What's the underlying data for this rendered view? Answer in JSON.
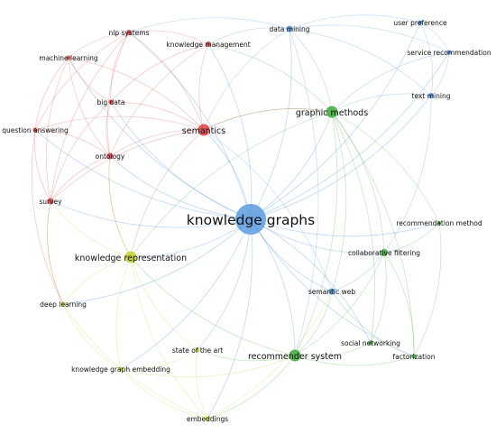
{
  "network": {
    "nodes": [
      {
        "id": "kg",
        "label": "knowledge graphs",
        "cluster": "blue",
        "weight": 5
      },
      {
        "id": "dm",
        "label": "data mining",
        "cluster": "blue",
        "weight": 1
      },
      {
        "id": "up",
        "label": "user preference",
        "cluster": "blue",
        "weight": 1
      },
      {
        "id": "sr",
        "label": "service recommendation",
        "cluster": "blue",
        "weight": 1
      },
      {
        "id": "tm",
        "label": "text mining",
        "cluster": "blue",
        "weight": 1
      },
      {
        "id": "sw",
        "label": "semantic web",
        "cluster": "blue",
        "weight": 1
      },
      {
        "id": "gm",
        "label": "graphic methods",
        "cluster": "green",
        "weight": 3
      },
      {
        "id": "rm",
        "label": "recommendation method",
        "cluster": "green",
        "weight": 1
      },
      {
        "id": "cf",
        "label": "collaborative filtering",
        "cluster": "green",
        "weight": 2
      },
      {
        "id": "rs",
        "label": "recommender system",
        "cluster": "green",
        "weight": 3
      },
      {
        "id": "sn",
        "label": "social networking",
        "cluster": "green",
        "weight": 1
      },
      {
        "id": "fa",
        "label": "factorization",
        "cluster": "green",
        "weight": 1
      },
      {
        "id": "nlp",
        "label": "nlp systems",
        "cluster": "red",
        "weight": 1
      },
      {
        "id": "km",
        "label": "knowledge management",
        "cluster": "red",
        "weight": 1
      },
      {
        "id": "ml",
        "label": "machine learning",
        "cluster": "red",
        "weight": 1
      },
      {
        "id": "bd",
        "label": "big data",
        "cluster": "red",
        "weight": 1
      },
      {
        "id": "qa",
        "label": "question answering",
        "cluster": "red",
        "weight": 1
      },
      {
        "id": "se",
        "label": "semantics",
        "cluster": "red",
        "weight": 3
      },
      {
        "id": "on",
        "label": "ontology",
        "cluster": "red",
        "weight": 1
      },
      {
        "id": "su",
        "label": "survey",
        "cluster": "red",
        "weight": 1
      },
      {
        "id": "kr",
        "label": "knowledge representation",
        "cluster": "yellow",
        "weight": 3
      },
      {
        "id": "dl",
        "label": "deep learning",
        "cluster": "yellow",
        "weight": 1
      },
      {
        "id": "sa",
        "label": "state of the art",
        "cluster": "yellow",
        "weight": 1
      },
      {
        "id": "kge",
        "label": "knowledge graph embedding",
        "cluster": "yellow",
        "weight": 1
      },
      {
        "id": "em",
        "label": "embeddings",
        "cluster": "yellow",
        "weight": 1
      }
    ],
    "cluster_colors": {
      "blue": "#5b9bdf",
      "green": "#4fb24a",
      "red": "#e05252",
      "yellow": "#c8d43c"
    },
    "edge_opacity": 0.35
  }
}
